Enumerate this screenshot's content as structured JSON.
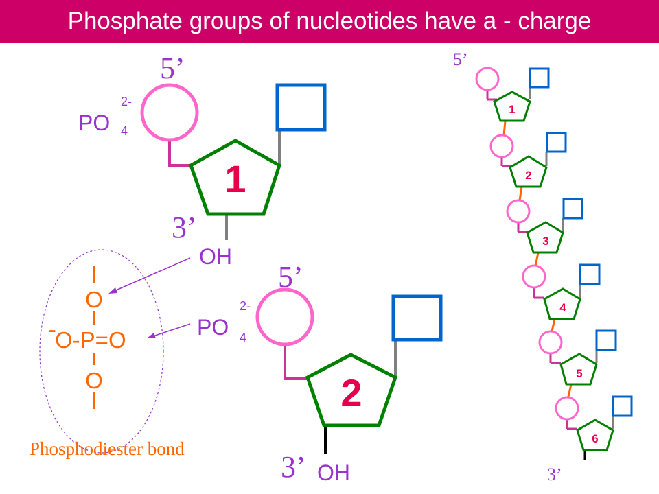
{
  "title": "Phosphate groups of nucleotides have a - charge",
  "colors": {
    "title_bg": "#cc0066",
    "phosphate": "#ff66cc",
    "sugar": "#008000",
    "base": "#0066cc",
    "label_purple": "#9933cc",
    "number_red": "#e6004c",
    "bond_orange": "#ff6600"
  },
  "nucleotide1": {
    "number": "1",
    "five_prime": "5’",
    "three_prime": "3’",
    "phosphate_label": "PO",
    "phosphate_sub": "4",
    "phosphate_charge": "2-",
    "hydroxyl": "OH"
  },
  "nucleotide2": {
    "number": "2",
    "five_prime": "5’",
    "three_prime": "3’",
    "phosphate_label": "PO",
    "phosphate_sub": "4",
    "phosphate_charge": "2-",
    "hydroxyl": "OH"
  },
  "phosphodiester": {
    "top_o": "O",
    "minus": "-",
    "middle": "O-P=O",
    "bottom_o": "O",
    "caption": "Phosphodiester bond"
  },
  "chain": {
    "five_prime": "5’",
    "three_prime": "3’",
    "numbers": [
      "1",
      "2",
      "3",
      "4",
      "5",
      "6"
    ]
  }
}
